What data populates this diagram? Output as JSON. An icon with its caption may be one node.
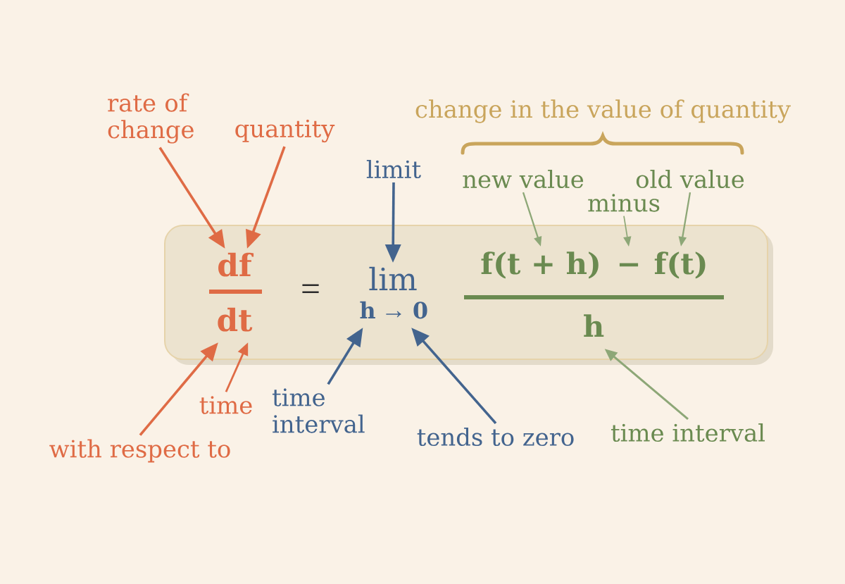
{
  "diagram": {
    "nodes": [
      {
        "text": [
          "rate of change"
        ]
      },
      {
        "text": [
          "quantity"
        ]
      },
      {
        "text": [
          "limit"
        ]
      },
      {
        "text": [
          "new value"
        ]
      },
      {
        "text": [
          "old value"
        ]
      },
      {
        "text": [
          "minus"
        ]
      },
      {
        "text": [],
        "shape": "box"
      },
      {
        "text": [
          "df"
        ],
        "in": 6
      },
      {
        "text": [
          "dt"
        ],
        "in": 6
      },
      {
        "text": [
          "lim"
        ],
        "in": 6
      },
      {
        "text": [
          "h"
        ],
        "in": 6
      },
      {
        "text": [
          "0"
        ],
        "in": 6
      },
      {
        "text": [
          "f(t + h)"
        ],
        "in": 6
      },
      {
        "text": [
          "−"
        ],
        "in": 6
      },
      {
        "text": [
          "f(t)"
        ],
        "in": 6
      },
      {
        "text": [
          "h"
        ],
        "in": 6
      },
      {
        "text": [
          "time"
        ]
      },
      {
        "text": [
          "time interval"
        ]
      },
      {
        "text": [
          "with respect to"
        ]
      },
      {
        "text": [
          "tends to zero"
        ]
      },
      {
        "text": [
          "time interval"
        ]
      }
    ],
    "edges": [
      {
        "from": 0,
        "to": 7,
        "arrow": "to",
        "color": "#df6b45"
      },
      {
        "from": 1,
        "to": 7,
        "arrow": "to",
        "color": "#df6b45"
      },
      {
        "from": 2,
        "to": 9,
        "arrow": "to",
        "color": "#43648e"
      },
      {
        "from": 3,
        "to": 12,
        "arrow": "to",
        "color": "#8da777"
      },
      {
        "from": 5,
        "to": 13,
        "arrow": "to",
        "color": "#8da777"
      },
      {
        "from": 4,
        "to": 14,
        "arrow": "to",
        "color": "#8da777"
      },
      {
        "from": 18,
        "to": 8,
        "arrow": "to",
        "color": "#df6b45"
      },
      {
        "from": 16,
        "to": 8,
        "arrow": "to",
        "color": "#df6b45"
      },
      {
        "from": 17,
        "to": 10,
        "arrow": "to",
        "color": "#43648e"
      },
      {
        "from": 19,
        "to": 11,
        "arrow": "to",
        "color": "#43648e"
      },
      {
        "from": 20,
        "to": 15,
        "arrow": "to",
        "color": "#8da777"
      }
    ],
    "labels": [
      "change in the value of quantity",
      "=",
      "→"
    ]
  }
}
